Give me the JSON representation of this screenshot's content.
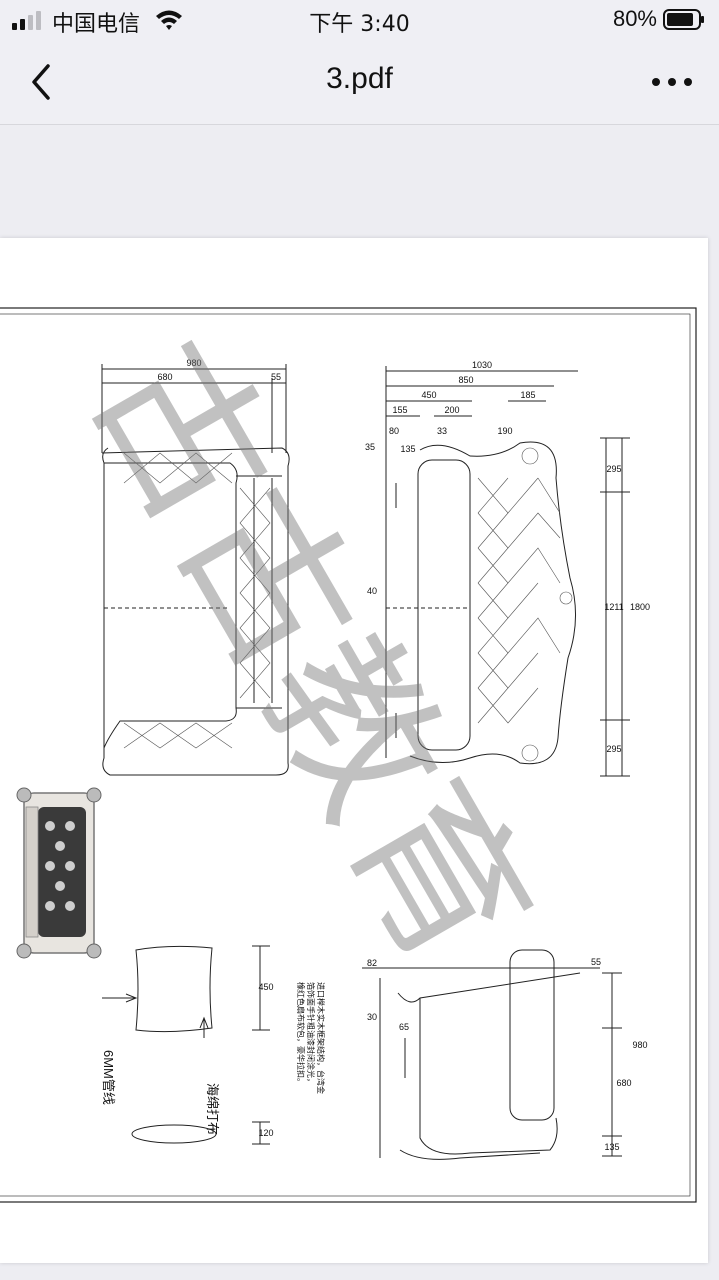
{
  "status_bar": {
    "carrier": "中国电信",
    "time": "下午 3:40",
    "battery": "80%"
  },
  "nav": {
    "title": "3.pdf"
  },
  "drawing": {
    "watermark": "古古教育",
    "top_view": {
      "dim_980": "980",
      "dim_680": "680",
      "dim_55": "55"
    },
    "front_view": {
      "dim_1030": "1030",
      "dim_850": "850",
      "dim_450": "450",
      "dim_155": "155",
      "dim_200": "200",
      "dim_185": "185",
      "dim_80": "80",
      "dim_33": "33",
      "dim_190": "190",
      "dim_35": "35",
      "dim_135": "135",
      "dim_40": "40",
      "dim_295a": "295",
      "dim_1211": "1211",
      "dim_1800": "1800",
      "dim_295b": "295"
    },
    "pillow": {
      "dim_450": "450",
      "dim_120": "120",
      "label_sponge": "海绵打布",
      "label_piping": "6MM管线"
    },
    "side_view": {
      "dim_82": "82",
      "dim_55": "55",
      "dim_30": "30",
      "dim_65": "65",
      "dim_980": "980",
      "dim_680": "680",
      "dim_135": "135"
    },
    "notes": {
      "line1": "进口榉木实木框架结构，台湾金",
      "line2": "箔饰面手针粗油漆封闭涂光，",
      "line3": "橡红色扇布软包，豪华拉扣。"
    }
  }
}
